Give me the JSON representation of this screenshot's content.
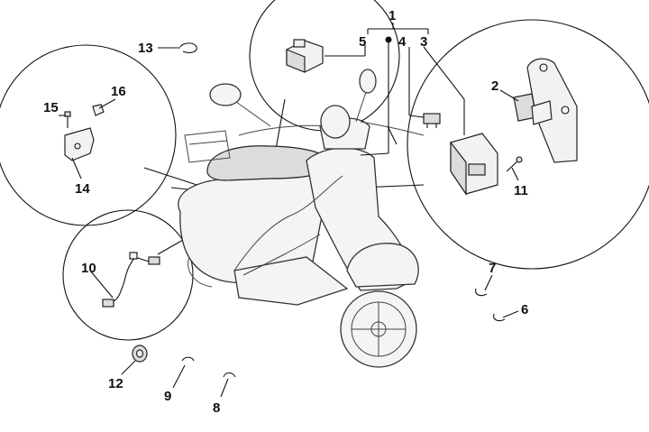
{
  "callouts": {
    "c1": "1",
    "c2": "2",
    "c3": "3",
    "c4": "4",
    "c5": "5",
    "c6": "6",
    "c7": "7",
    "c8": "8",
    "c9": "9",
    "c10": "10",
    "c11": "11",
    "c12": "12",
    "c13": "13",
    "c14": "14",
    "c15": "15",
    "c16": "16"
  },
  "colors": {
    "line": "#111111",
    "part_fill": "#f2f2f2",
    "part_shade": "#dcdcdc",
    "background": "#ffffff"
  }
}
